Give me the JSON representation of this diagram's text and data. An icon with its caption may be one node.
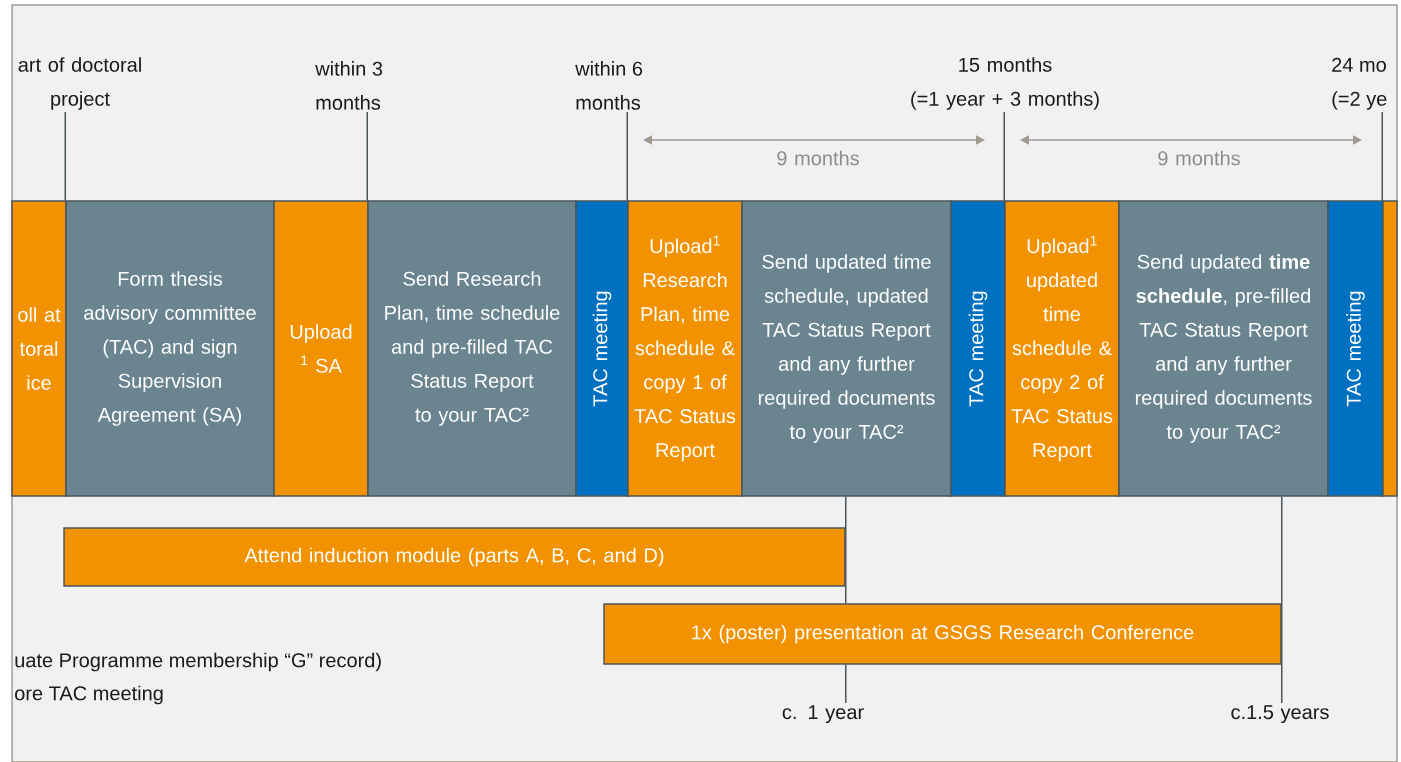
{
  "diagram": {
    "nodes": [
      {
        "text": [
          "oll at toral ice"
        ]
      },
      {
        "text": [
          "Form thesis advisory committee (TAC) and sign Supervision Agreement (SA)"
        ]
      },
      {
        "text": [
          "Upload $^{1}$ SA"
        ]
      },
      {
        "text": [
          "Send Research Plan, time schedule and pre-filled TAC Status Report to your TAC²"
        ]
      },
      {
        "text": [
          "TAC meeting"
        ]
      },
      {
        "text": [
          "Upload$^{1}$ Research Plan, time schedule & copy 1 of TAC Status Report"
        ]
      },
      {
        "text": [
          "Send updated time schedule, updated TAC Status Report and any further required documents to your TAC²"
        ]
      },
      {
        "text": [
          "TAC meeting"
        ]
      },
      {
        "text": [
          "Upload$^{1}$ updated time schedule & copy 2 of TAC Status Report"
        ]
      },
      {
        "text": [
          "Send updated **time schedule**, pre-filled TAC Status Report and any further required documents to your TAC²"
        ]
      },
      {
        "text": [
          "TAC meeting"
        ]
      },
      {
        "text": [],
        "shape": "box"
      },
      {
        "text": [
          "Attend induction module (parts A, B, C, and D)"
        ]
      },
      {
        "text": [
          "1x (poster) presentation at GSGS Research Conference"
        ]
      },
      {
        "text": [
          "art of doctoral project"
        ]
      },
      {
        "text": [
          "within 3 months"
        ]
      },
      {
        "text": [
          "within 6 months"
        ]
      },
      {
        "text": [
          "15 months",
          "(=1 year + 3 months)"
        ]
      },
      {
        "text": [
          "24 mo",
          "(=2 ye"
        ]
      },
      {
        "text": [
          "c. 1 year"
        ]
      },
      {
        "text": [
          "c.1.5 years"
        ]
      }
    ],
    "edges": [
      {
        "from": 14,
        "to": 1,
        "arrow": "none"
      },
      {
        "from": 15,
        "to": 3,
        "arrow": "none"
      },
      {
        "from": 16,
        "to": 5,
        "arrow": "none"
      },
      {
        "from": 17,
        "to": 8,
        "arrow": "none"
      },
      {
        "from": 18,
        "to": 11,
        "arrow": "none"
      },
      {
        "from": 19,
        "to": 13,
        "arrow": "none"
      },
      {
        "from": 20,
        "to": 9,
        "arrow": "none"
      },
      {
        "from": 13,
        "to": 6,
        "arrow": "none"
      }
    ],
    "labels": [
      "9 months",
      "9 months",
      "uate Programme membership “G” record)",
      "ore TAC meeting"
    ]
  }
}
